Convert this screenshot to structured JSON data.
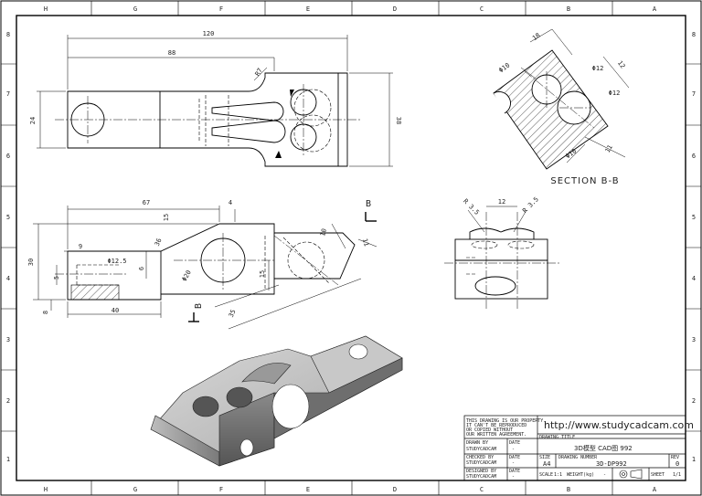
{
  "border": {
    "columns_top": [
      "H",
      "G",
      "F",
      "E",
      "D",
      "C",
      "B",
      "A"
    ],
    "columns_bottom": [
      "H",
      "G",
      "F",
      "E",
      "D",
      "C",
      "B",
      "A"
    ],
    "rows_left": [
      "8",
      "7",
      "6",
      "5",
      "4",
      "3",
      "2",
      "1"
    ],
    "rows_right": [
      "8",
      "7",
      "6",
      "5",
      "4",
      "3",
      "2",
      "1"
    ]
  },
  "top_view": {
    "dims": {
      "d120": "120",
      "d88": "88",
      "r7": "R7",
      "d24": "24",
      "d38": "38"
    }
  },
  "front_view": {
    "dims": {
      "d67": "67",
      "d4": "4",
      "d15a": "15",
      "d36": "36",
      "d6": "6",
      "d9": "9",
      "phi12_5": "Φ12.5",
      "d30": "30",
      "d5": "5",
      "d8": "8",
      "d40": "40",
      "phi20": "Φ20",
      "d15b": "15",
      "d10": "10",
      "d11": "11",
      "d35": "35"
    },
    "section_marker_b_top": "B",
    "section_marker_b_bottom": "B"
  },
  "section_view": {
    "title": "SECTION B-B",
    "dims": {
      "d18": "18",
      "phi10a": "Φ10",
      "phi12a": "Φ12",
      "d12": "12",
      "phi12b": "Φ12",
      "phi10b": "Φ10",
      "d11": "11"
    }
  },
  "side_view": {
    "dims": {
      "r35a": "R 3.5",
      "d12": "12",
      "r35b": "R 3.5"
    }
  },
  "title_block": {
    "copyright": [
      "THIS DRAWING IS OUR PROPERTY.",
      "IT CAN'T BE REPRODUCED",
      "OR COPIED WITHOUT",
      "OUR WRITTEN AGREEMENT."
    ],
    "url": "http://www.studycadcam.com",
    "drawing_title_label": "DRAWING TITLE",
    "drawing_title": "3D模型 CAD图 992",
    "drawn_by_label": "DRAWN BY",
    "drawn_by": "STUDYCADCAM",
    "checked_by_label": "CHECKED BY",
    "checked_by": "STUDYCADCAM",
    "designed_by_label": "DESIGNED BY",
    "designed_by": "STUDYCADCAM",
    "date_label": "DATE",
    "date_value": "-",
    "size_label": "SIZE",
    "size": "A4",
    "drawing_number_label": "DRAWING NUMBER",
    "drawing_number": "3D-DP992",
    "rev_label": "REV",
    "rev": "0",
    "scale_label": "SCALE",
    "scale": "1:1",
    "weight_label": "WEIGHT(kg)",
    "weight": "-",
    "sheet_label": "SHEET",
    "sheet": "1/1"
  }
}
